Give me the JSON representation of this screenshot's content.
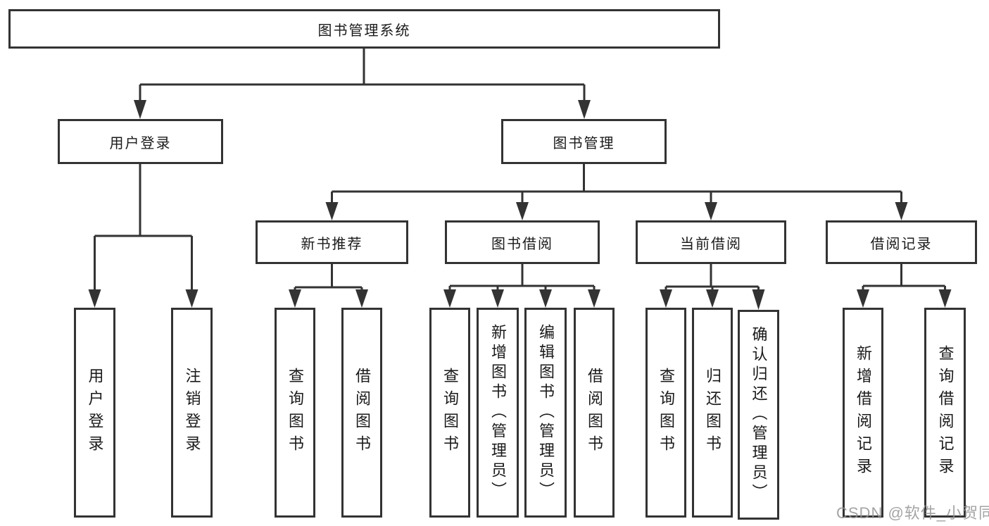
{
  "diagram": {
    "root": {
      "label": "图书管理系统"
    },
    "branches": [
      {
        "label": "用户登录",
        "children": [
          {
            "label": "用户登录"
          },
          {
            "label": "注销登录"
          }
        ]
      },
      {
        "label": "图书管理",
        "children": [
          {
            "label": "新书推荐",
            "children": [
              {
                "label": "查询图书"
              },
              {
                "label": "借阅图书"
              }
            ]
          },
          {
            "label": "图书借阅",
            "children": [
              {
                "label": "查询图书"
              },
              {
                "label": "新增图书（管理员）"
              },
              {
                "label": "编辑图书（管理员）"
              },
              {
                "label": "借阅图书"
              }
            ]
          },
          {
            "label": "当前借阅",
            "children": [
              {
                "label": "查询图书"
              },
              {
                "label": "归还图书"
              },
              {
                "label": "确认归还（管理员）"
              }
            ]
          },
          {
            "label": "借阅记录",
            "children": [
              {
                "label": "新增借阅记录"
              },
              {
                "label": "查询借阅记录"
              }
            ]
          }
        ]
      }
    ]
  },
  "watermark": "CSDN @软件_小贺同学",
  "colors": {
    "line": "#333333",
    "text": "#1a1a1a",
    "watermark": "#949494",
    "background": "#ffffff"
  }
}
